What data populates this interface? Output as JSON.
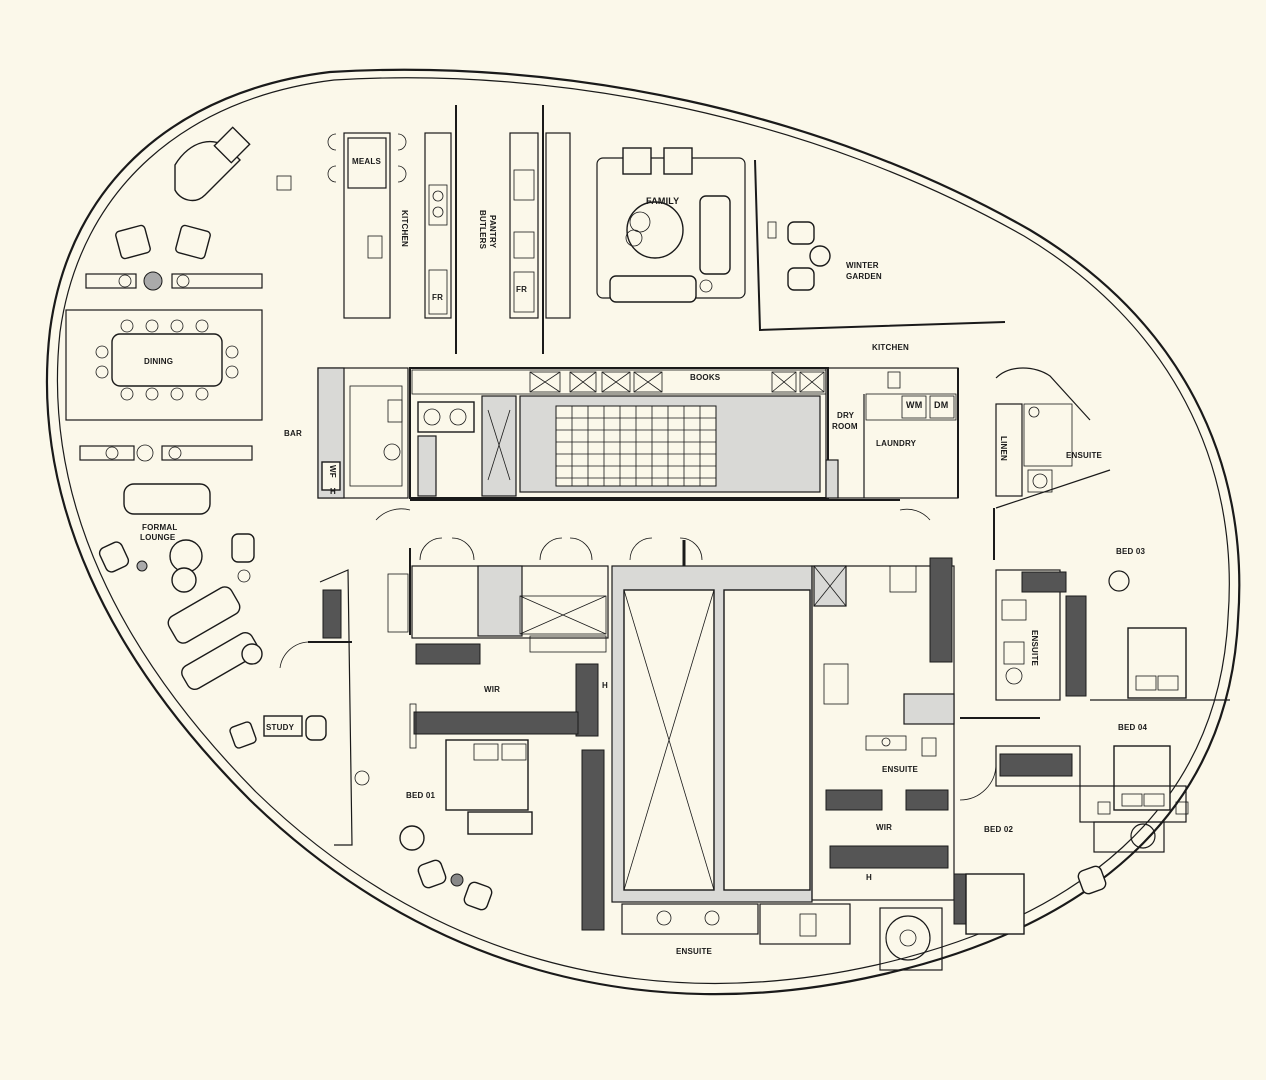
{
  "colors": {
    "background": "#fbf8ea",
    "line": "#1a1a1a",
    "core_fill": "#d9d9d6",
    "wardrobe_fill": "#3a3a3a"
  },
  "rooms": {
    "meals": "MEALS",
    "kitchen_bench": "KITCHEN",
    "butlers_pantry_1": "BUTLERS",
    "butlers_pantry_2": "PANTRY",
    "family": "FAMILY",
    "winter_garden_1": "WINTER",
    "winter_garden_2": "GARDEN",
    "kitchen": "KITCHEN",
    "dining": "DINING",
    "bar": "BAR",
    "books": "BOOKS",
    "dry_room_1": "DRY",
    "dry_room_2": "ROOM",
    "laundry": "LAUNDRY",
    "wm": "WM",
    "dm": "DM",
    "linen": "LINEN",
    "ensuite_top": "ENSUITE",
    "formal_lounge_1": "FORMAL",
    "formal_lounge_2": "LOUNGE",
    "bed_03": "BED 03",
    "ensuite_bed03": "ENSUITE",
    "wir_left": "WIR",
    "study": "STUDY",
    "bed_04": "BED 04",
    "ensuite_mid": "ENSUITE",
    "bed_01": "BED 01",
    "wir_mid": "WIR",
    "bed_02": "BED 02",
    "ensuite_bottom": "ENSUITE"
  },
  "fixtures": {
    "fridge": "FR",
    "wine_fridge": "WF",
    "hanging": "H"
  }
}
